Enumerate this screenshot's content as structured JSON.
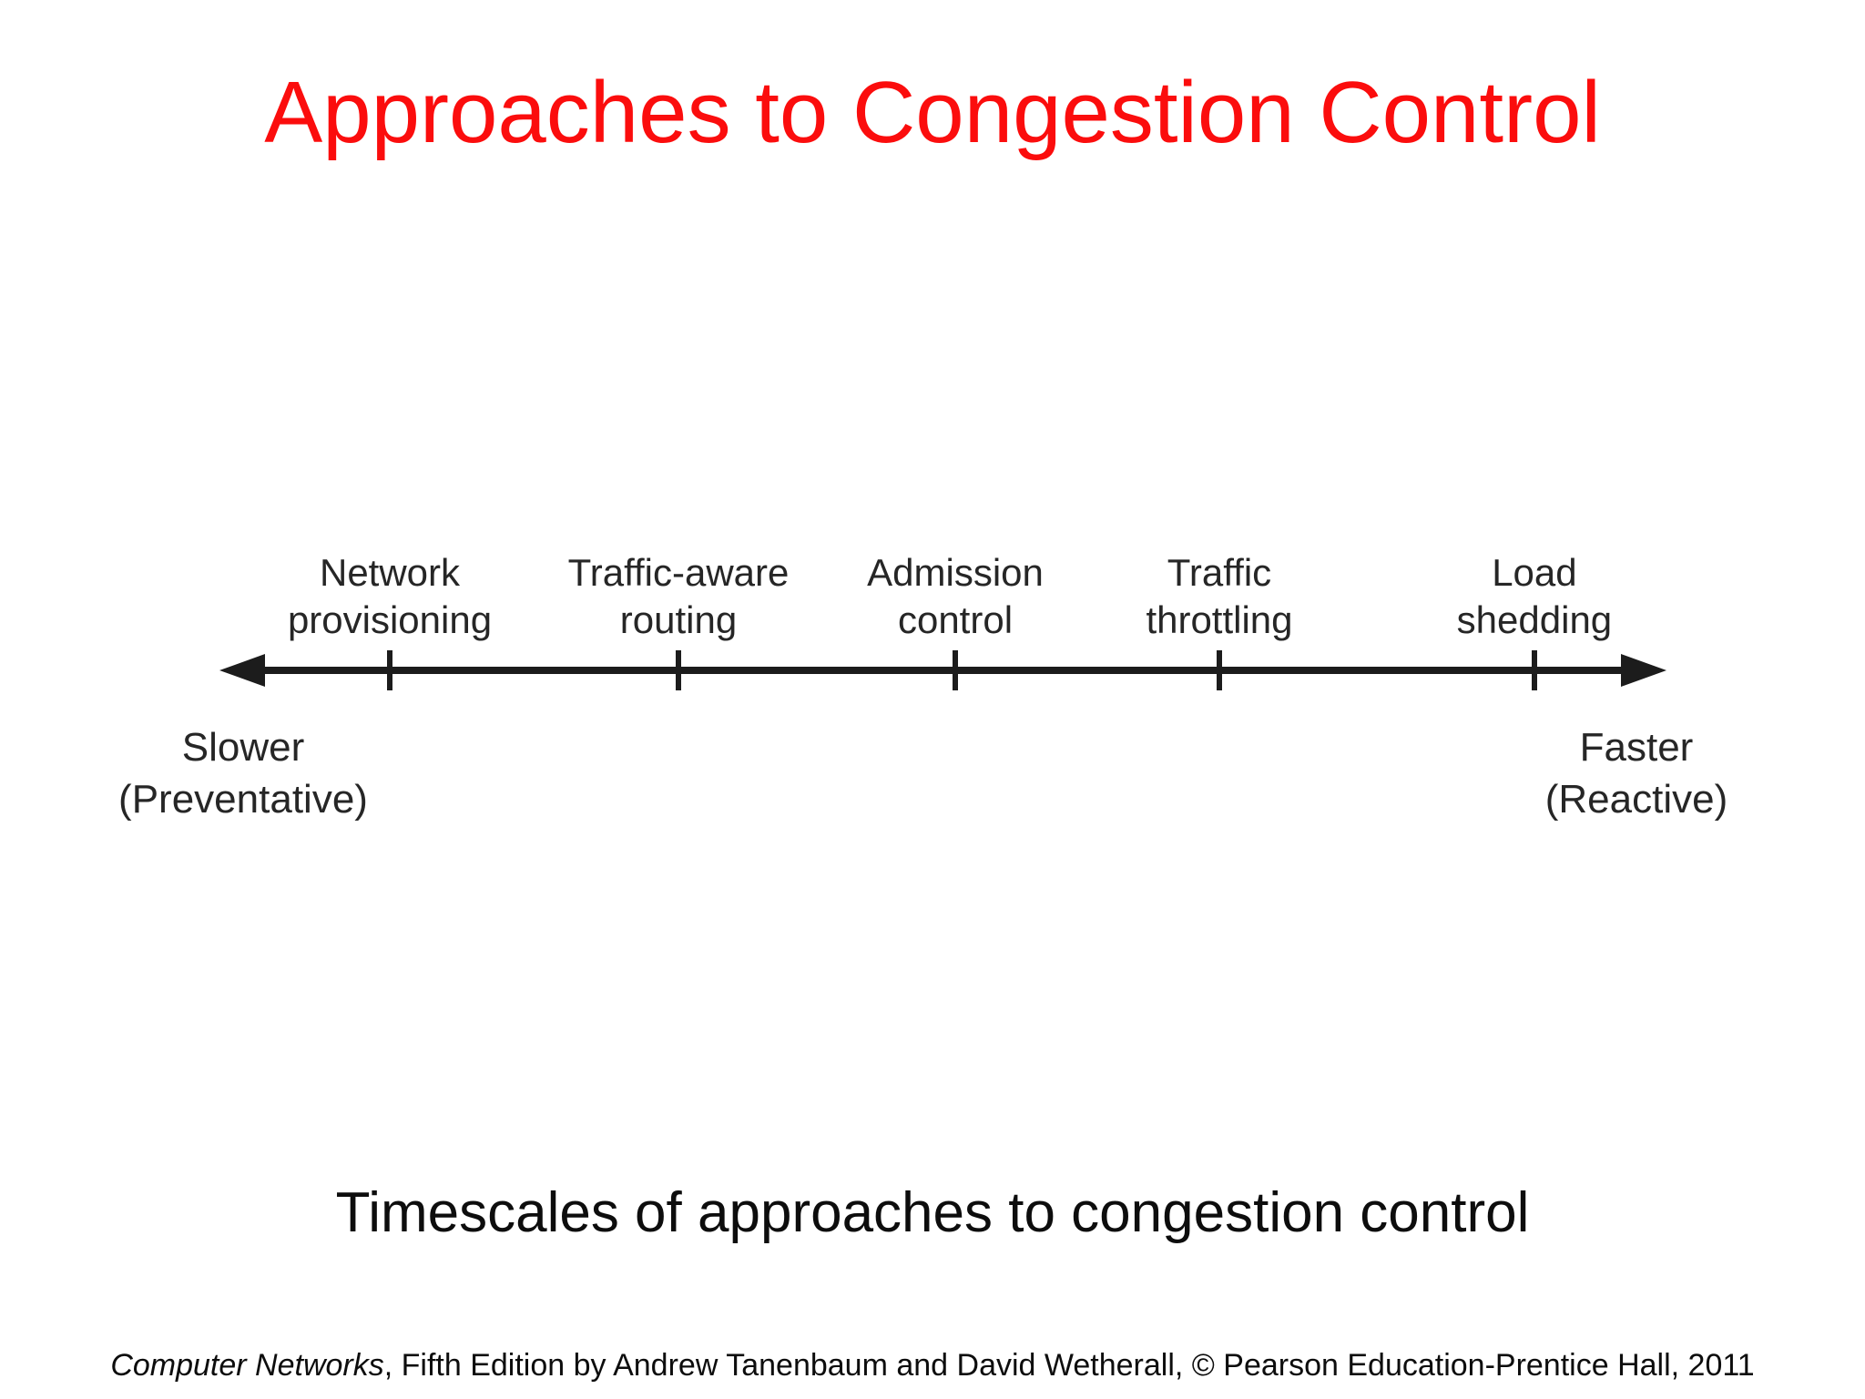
{
  "slide": {
    "title": "Approaches to Congestion Control",
    "title_color": "#fb0d0d",
    "caption": "Timescales of approaches to congestion control",
    "footer": {
      "book_title": "Computer Networks",
      "text": ", Fifth Edition by Andrew Tanenbaum and David Wetherall, © Pearson Education-Prentice Hall, 2011"
    }
  },
  "diagram": {
    "type": "timeline",
    "axis_color": "#1c1c1c",
    "items": [
      {
        "line1": "Network",
        "line2": "provisioning"
      },
      {
        "line1": "Traffic-aware",
        "line2": "routing"
      },
      {
        "line1": "Admission",
        "line2": "control"
      },
      {
        "line1": "Traffic",
        "line2": "throttling"
      },
      {
        "line1": "Load",
        "line2": "shedding"
      }
    ],
    "left_label": {
      "line1": "Slower",
      "line2": "(Preventative)"
    },
    "right_label": {
      "line1": "Faster",
      "line2": "(Reactive)"
    }
  }
}
